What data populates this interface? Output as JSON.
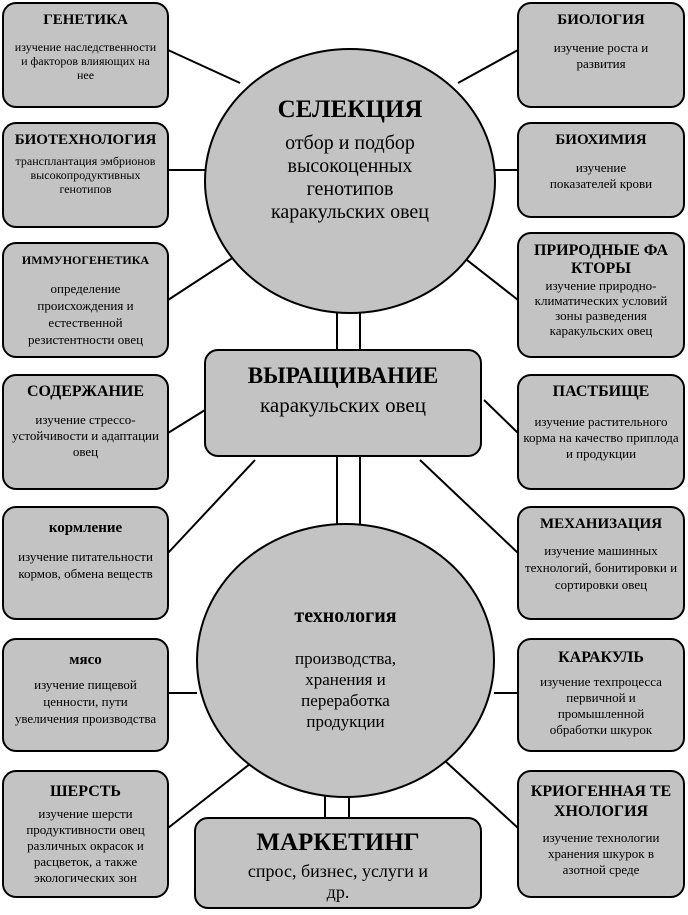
{
  "left_boxes": [
    {
      "title": "ГЕНЕТИКА",
      "desc": "изучение наследственности и факторов влияющих на нее"
    },
    {
      "title": "БИОТЕХНОЛОГИЯ",
      "desc": "трансплантация эмбрионов высокопродуктивных генотипов"
    },
    {
      "title": "ИММУНОГЕНЕТИКА",
      "desc": "определение происхождения и естественной резистентности овец"
    },
    {
      "title": "СОДЕРЖАНИЕ",
      "desc": "изучение стрессо-устойчивости и адаптации овец"
    },
    {
      "title": "кормление",
      "desc": "изучение питательности кормов, обмена веществ"
    },
    {
      "title": "мясо",
      "desc": "изучение пищевой ценности, пути увеличения производства"
    },
    {
      "title": "ШЕРСТЬ",
      "desc": "изучение шерсти продуктивности овец различных окрасок и расцветок, а также экологических зон"
    }
  ],
  "right_boxes": [
    {
      "title": "БИОЛОГИЯ",
      "desc": "изучение роста и развития"
    },
    {
      "title": "БИОХИМИЯ",
      "desc": "изучение показателей крови"
    },
    {
      "title": "ПРИРОДНЫЕ ФАКТОРЫ",
      "desc": "изучение природно-климатических условий зоны разведения каракульских овец"
    },
    {
      "title": "ПАСТБИЩЕ",
      "desc": "изучение растительного корма на качество приплода и продукции"
    },
    {
      "title": "МЕХАНИЗАЦИЯ",
      "desc": "изучение машинных технологий, бонитировки и сортировки овец"
    },
    {
      "title": "КАРАКУЛЬ",
      "desc": "изучение техпроцесса первичной и промышленной обработки шкурок"
    },
    {
      "title": "КРИОГЕННАЯ ТЕХНОЛОГИЯ",
      "desc": "изучение технологии хранения шкурок в азотной среде"
    }
  ],
  "selection": {
    "title": "СЕЛЕКЦИЯ",
    "desc": "отбор и подбор высокоценных генотипов каракульских овец"
  },
  "growing": {
    "title": "ВЫРАЩИВАНИЕ",
    "desc": "каракульских овец"
  },
  "technology": {
    "title": "технология",
    "desc": "производства, хранения и переработка продукции"
  },
  "marketing": {
    "title": "МАРКЕТИНГ",
    "desc": "спрос, бизнес, услуги и др."
  }
}
